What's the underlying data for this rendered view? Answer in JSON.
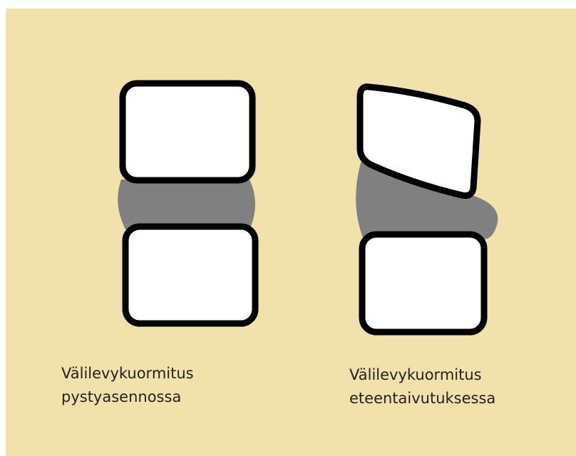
{
  "background_color": "#F1E1AA",
  "frame_color": "#FFFFFF",
  "vertebra_fill": "#FFFFFF",
  "vertebra_outline": "#000000",
  "disc_color": "#808080",
  "figures": [
    {
      "caption_line1": "Välilevykuormitus",
      "caption_line2": "pystyasennossa"
    },
    {
      "caption_line1": "Välilevykuormitus",
      "caption_line2": "eteentaivutuksessa"
    }
  ]
}
